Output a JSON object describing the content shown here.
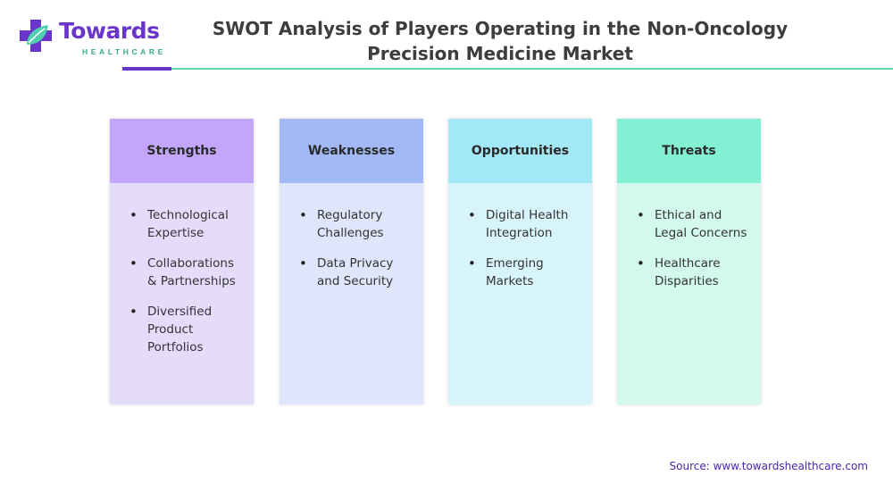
{
  "logo": {
    "wordmark": "Towards",
    "tagline": "HEALTHCARE"
  },
  "title": {
    "line1": "SWOT Analysis of Players Operating in the Non-Oncology",
    "line2": "Precision Medicine Market"
  },
  "colors": {
    "brand_purple": "#6a35c9",
    "brand_teal": "#5ed3b5",
    "strengths": "#c3a6f9",
    "weaknesses": "#a3b9f6",
    "opportunities": "#a3e8f6",
    "threats": "#83f0d3"
  },
  "swot": {
    "strengths": {
      "heading": "Strengths",
      "items": [
        "Technological Expertise",
        "Collaborations & Partnerships",
        "Diversified Product Portfolios"
      ]
    },
    "weaknesses": {
      "heading": "Weaknesses",
      "items": [
        "Regulatory Challenges",
        "Data Privacy and Security"
      ]
    },
    "opportunities": {
      "heading": "Opportunities",
      "items": [
        "Digital Health Integration",
        "Emerging Markets"
      ]
    },
    "threats": {
      "heading": "Threats",
      "items": [
        "Ethical and Legal Concerns",
        "Healthcare Disparities"
      ]
    }
  },
  "source": "Source: www.towardshealthcare.com"
}
